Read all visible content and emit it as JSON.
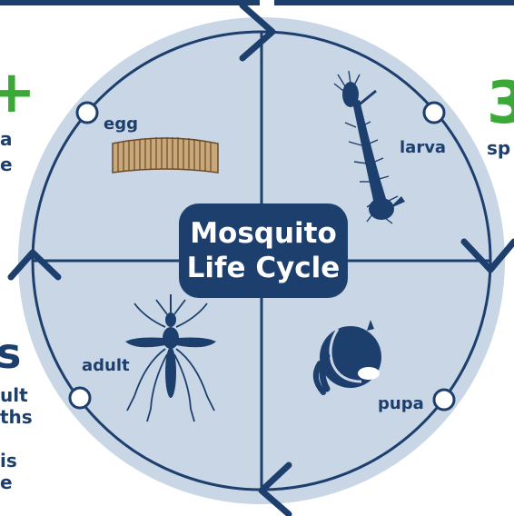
{
  "diagram": {
    "title_line1": "Mosquito",
    "title_line2": "Life Cycle",
    "stages": {
      "egg": "egg",
      "larva": "larva",
      "pupa": "pupa",
      "adult": "adult"
    }
  },
  "left_column": {
    "plus_sign": "+",
    "line_a": "a",
    "line_b": "e",
    "big_s": "s",
    "line_ult": "ult",
    "line_ths": "ths",
    "line_is": "is",
    "line_e": "e"
  },
  "right_column": {
    "big_number": "3",
    "line_sp": "sp"
  },
  "colors": {
    "navy": "#1d3f6e",
    "circle_fill": "#c9d6e6",
    "green": "#3aa935",
    "egg_tan": "#c9a97a"
  }
}
